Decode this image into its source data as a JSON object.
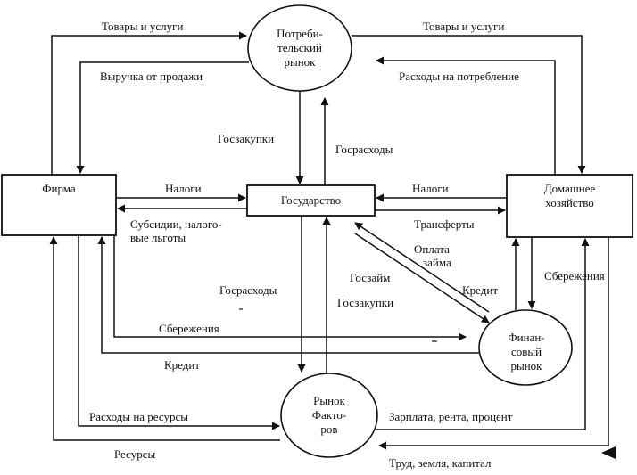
{
  "nodes": {
    "consumer_market": [
      "Потреби-",
      "тельский",
      "рынок"
    ],
    "firm": "Фирма",
    "state": "Государство",
    "household": [
      "Домашнее",
      "хозяйство"
    ],
    "financial_market": [
      "Финан-",
      "совый",
      "рынок"
    ],
    "factor_market": [
      "Рынок",
      "Факто-",
      "ров"
    ]
  },
  "labels": {
    "goods_services_left": "Товары и услуги",
    "goods_services_right": "Товары и услуги",
    "sales_revenue": "Выручка от продажи",
    "consumption_spending": "Расходы на потребление",
    "gov_purchases_top": "Госзакупки",
    "gov_spending_top": "Госрасходы",
    "taxes_left": "Налоги",
    "taxes_right": "Налоги",
    "subsidies": [
      "Субсидии, налого-",
      "вые льготы"
    ],
    "transfers": "Трансферты",
    "loan_payment": [
      "Оплата",
      "займа"
    ],
    "gov_loan": "Госзайм",
    "credit_household": "Кредит",
    "savings_household": "Сбережения",
    "gov_spending_bottom": "Госрасходы",
    "gov_purchases_bottom": "Госзакупки",
    "savings_firm": "Сбережения",
    "credit_firm": "Кредит",
    "resource_spending": "Расходы на ресурсы",
    "wages_rent_interest": "Зарплата, рента, процент",
    "resources": "Ресурсы",
    "labor_land_capital": "Труд, земля, капитал"
  }
}
